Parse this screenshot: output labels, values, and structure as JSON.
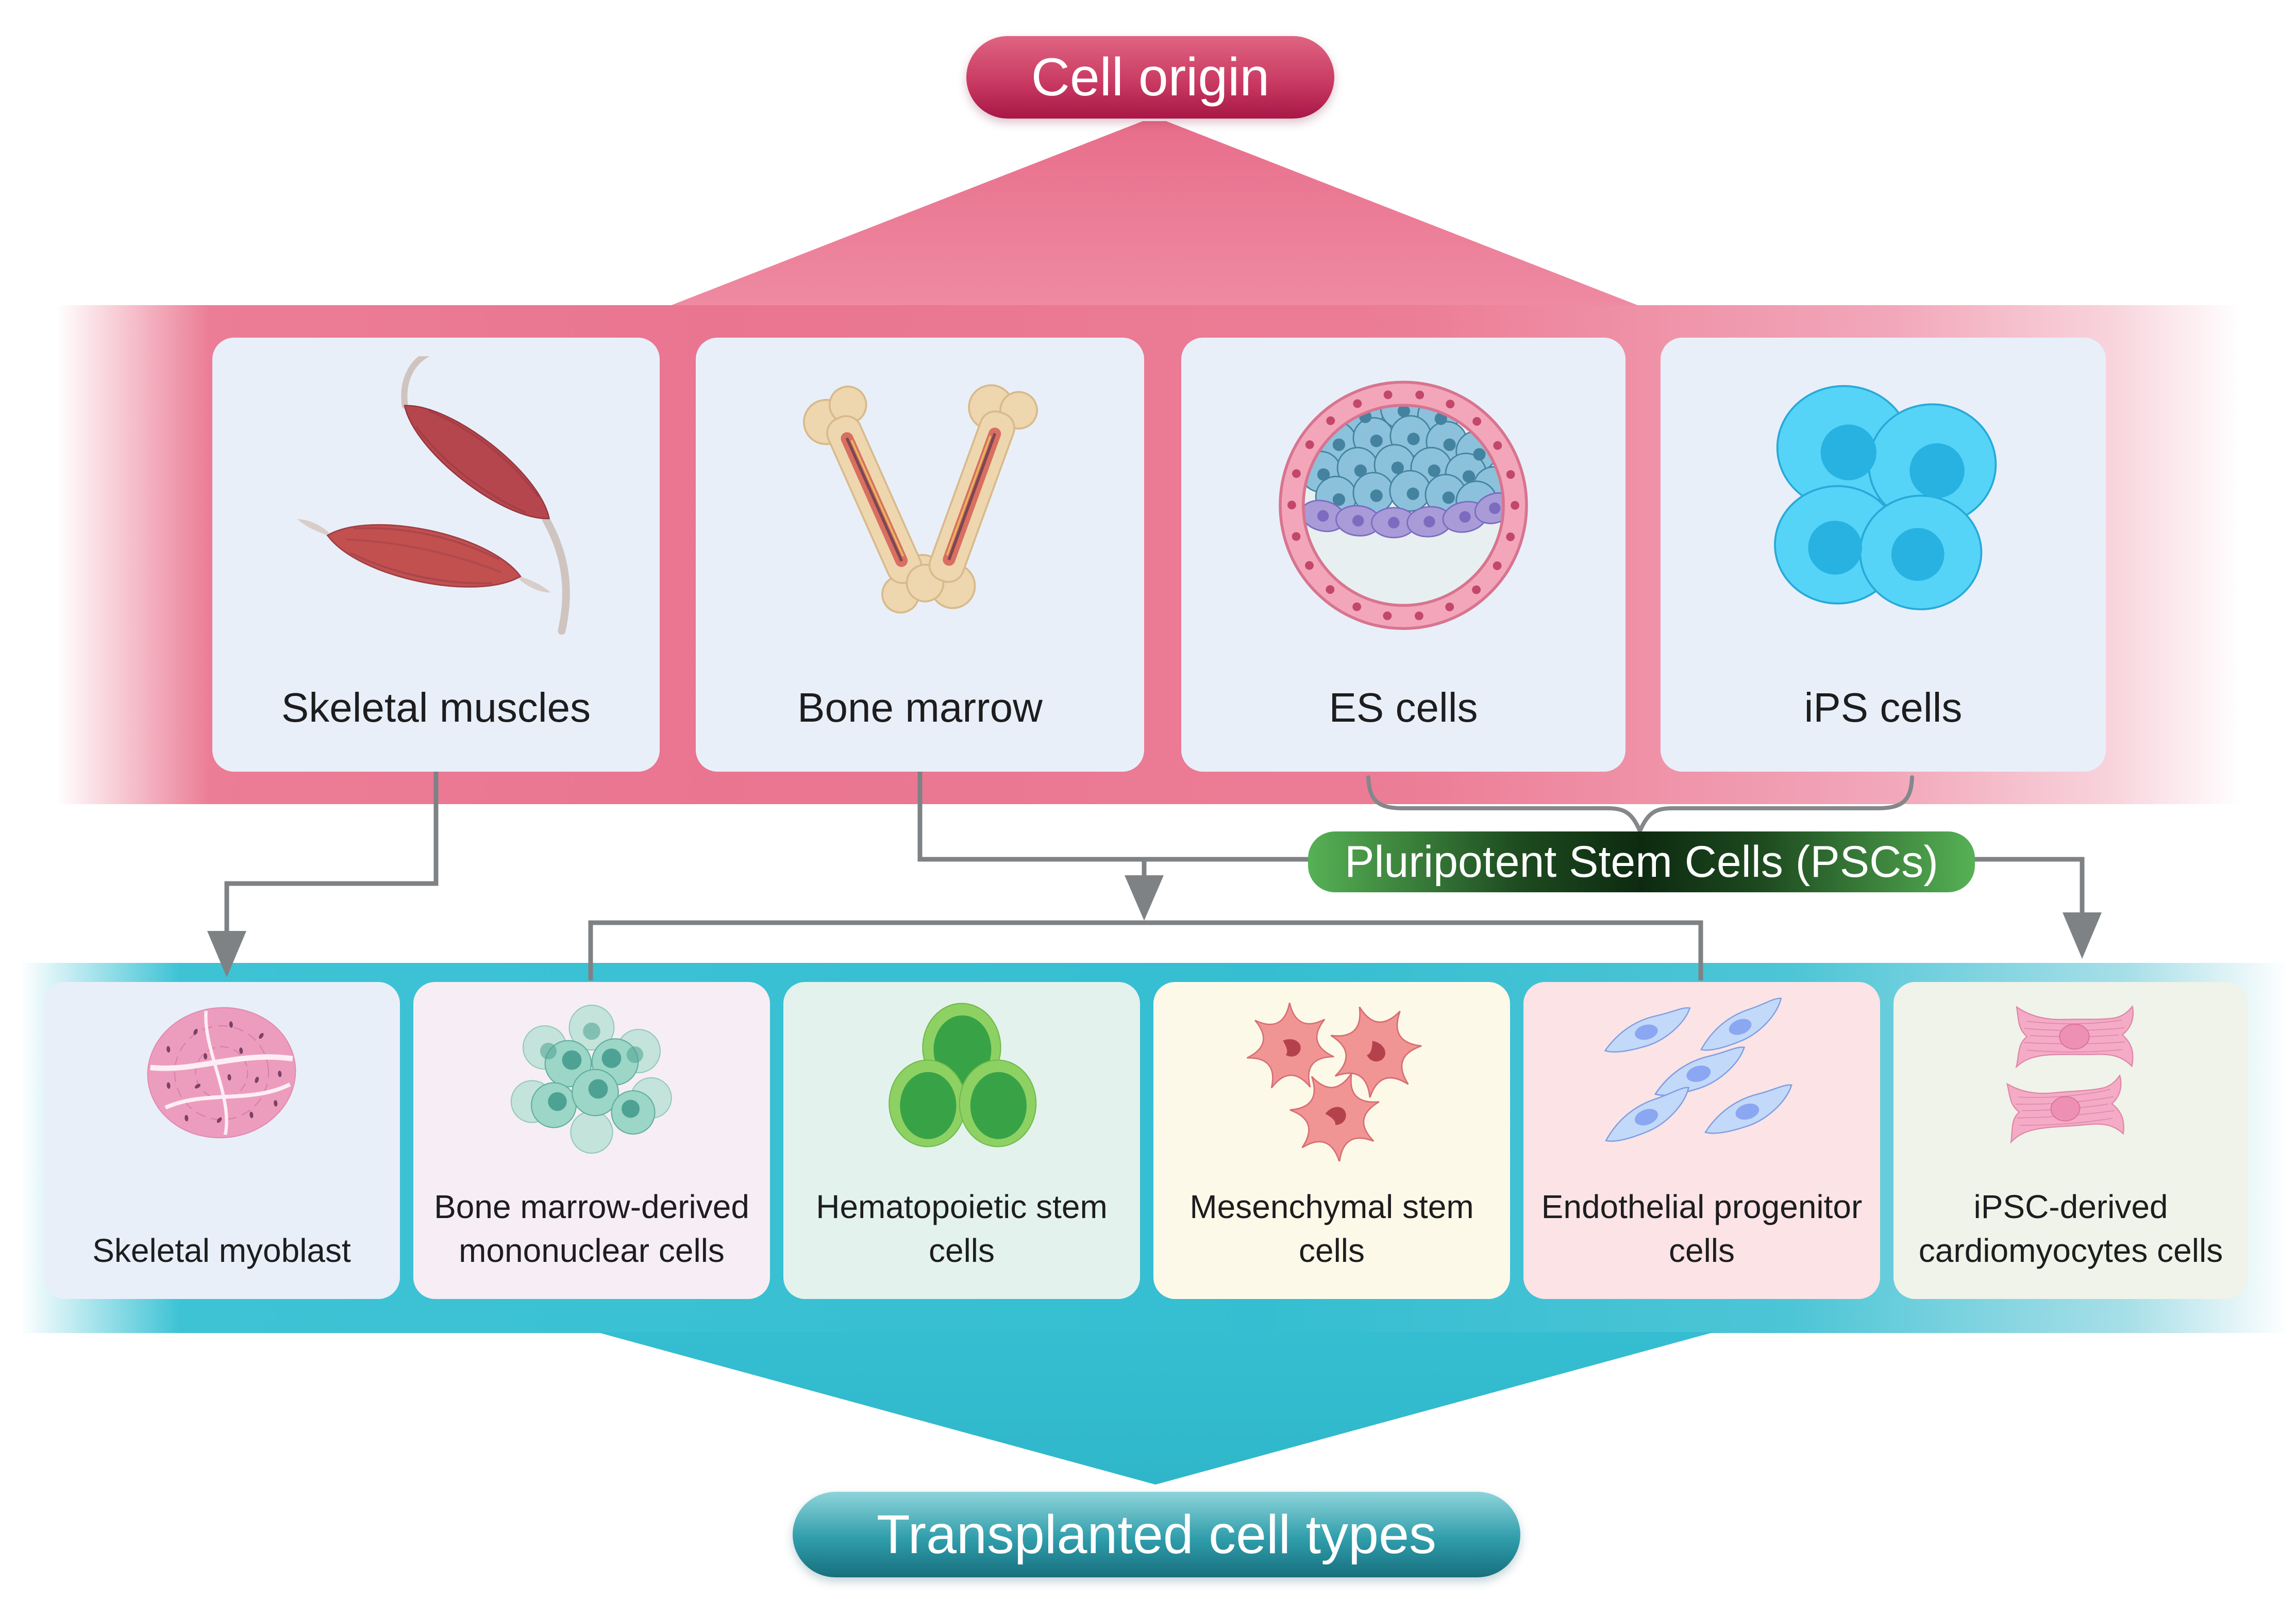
{
  "diagram": {
    "title_top": "Cell origin",
    "psc_label": "Pluripotent Stem Cells (PSCs)",
    "title_bottom": "Transplanted cell types"
  },
  "top_row": [
    {
      "label": "Skeletal muscles",
      "bg": "#e9eff9",
      "icon": "skeletal-muscle-illustration"
    },
    {
      "label": "Bone marrow",
      "bg": "#e9eff9",
      "icon": "bone-marrow-illustration"
    },
    {
      "label": "ES cells",
      "bg": "#e9eff9",
      "icon": "blastocyst-illustration"
    },
    {
      "label": "iPS cells",
      "bg": "#e9eff9",
      "icon": "ips-cell-cluster-illustration"
    }
  ],
  "bottom_row": [
    {
      "label": "Skeletal myoblast",
      "bg": "#e9eff9",
      "icon": "muscle-cross-section-illustration"
    },
    {
      "label": "Bone marrow-derived mononuclear cells",
      "bg": "#f6eef4",
      "icon": "mononuclear-cell-cluster-illustration"
    },
    {
      "label": "Hematopoietic stem cells",
      "bg": "#e4f2ed",
      "icon": "hematopoietic-cells-illustration"
    },
    {
      "label": "Mesenchymal stem cells",
      "bg": "#fdf9e9",
      "icon": "mesenchymal-cells-illustration"
    },
    {
      "label": "Endothelial progenitor cells",
      "bg": "#fbe3e6",
      "icon": "endothelial-cells-illustration"
    },
    {
      "label": "iPSC-derived cardiomyocytes cells",
      "bg": "#eff3e9",
      "icon": "cardiomyocyte-cells-illustration"
    }
  ],
  "colors": {
    "origin_band": "#ec7d96",
    "origin_pill_top": "#df6482",
    "origin_pill_bottom": "#a81746",
    "psc_pill_edge": "#56b155",
    "psc_pill_center": "#0d2a10",
    "transplant_band": "#35bed1",
    "transplant_pill_top": "#8ed4da",
    "transplant_pill_bottom": "#186f7d",
    "connector_gray": "#7e8284"
  }
}
